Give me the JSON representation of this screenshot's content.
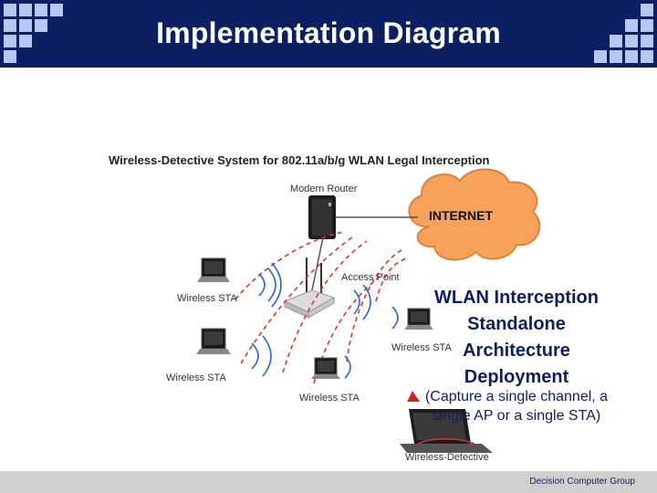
{
  "slide": {
    "title": "Implementation Diagram",
    "footer": "Decision Computer Group"
  },
  "diagram": {
    "title": "Wireless-Detective System for 802.11a/b/g WLAN Legal Interception",
    "router_label": "Modern Router",
    "internet_label": "INTERNET",
    "access_point_label": "Access Point",
    "sta_labels": [
      "Wireless STA",
      "Wireless STA",
      "Wireless STA",
      "Wireless STA"
    ],
    "detective_label": "Wireless-Detective"
  },
  "overlay": {
    "heading_lines": [
      "WLAN Interception",
      "Standalone",
      "Architecture",
      "Deployment"
    ],
    "caption_lines": [
      "(Capture a single channel, a",
      "single AP or a single STA)"
    ]
  },
  "colors": {
    "header_bg": "#0c1f63",
    "decor_squares": "#b7c7ef",
    "cloud": "#f6a25a",
    "signal_dashes": "#e0302a",
    "text_accent": "#0c1f63"
  }
}
